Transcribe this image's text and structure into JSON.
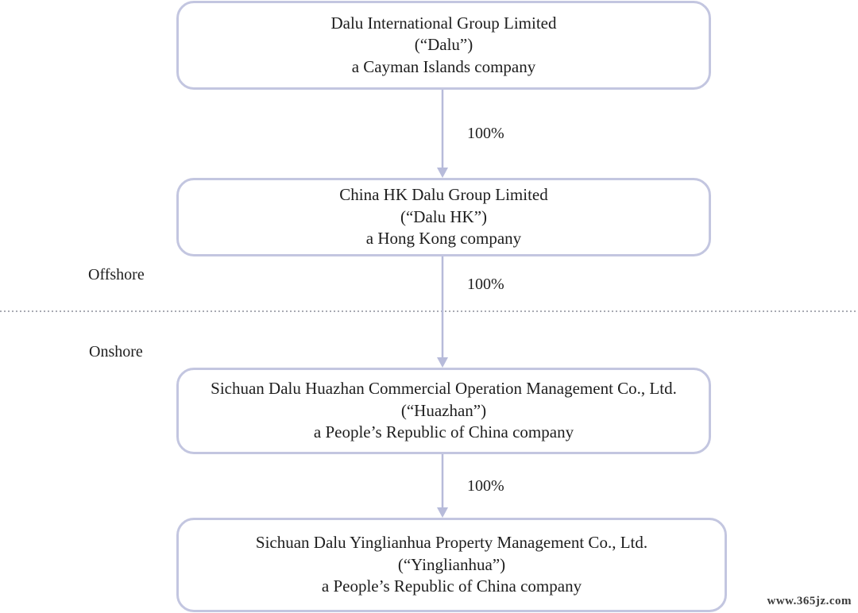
{
  "colors": {
    "box_border": "#c3c6e0",
    "connector": "#b7bbda",
    "divider": "#a9abb3",
    "text": "#1e1e1e"
  },
  "entities": [
    {
      "name": "Dalu International Group Limited",
      "short_name": "(“Dalu”)",
      "jurisdiction": "a Cayman Islands company"
    },
    {
      "name": "China HK Dalu Group Limited",
      "short_name": "(“Dalu HK”)",
      "jurisdiction": "a Hong Kong company"
    },
    {
      "name": "Sichuan Dalu Huazhan Commercial Operation Management Co., Ltd.",
      "short_name": "(“Huazhan”)",
      "jurisdiction": "a People’s Republic of China company"
    },
    {
      "name": "Sichuan Dalu Yinglianhua Property Management Co., Ltd.",
      "short_name": "(“Yinglianhua”)",
      "jurisdiction": "a People’s Republic of China company"
    }
  ],
  "ownership": [
    {
      "from": 0,
      "to": 1,
      "percent": "100%"
    },
    {
      "from": 1,
      "to": 2,
      "percent": "100%"
    },
    {
      "from": 2,
      "to": 3,
      "percent": "100%"
    }
  ],
  "zones": {
    "offshore": "Offshore",
    "onshore": "Onshore"
  },
  "watermark": "www.365jz.com"
}
